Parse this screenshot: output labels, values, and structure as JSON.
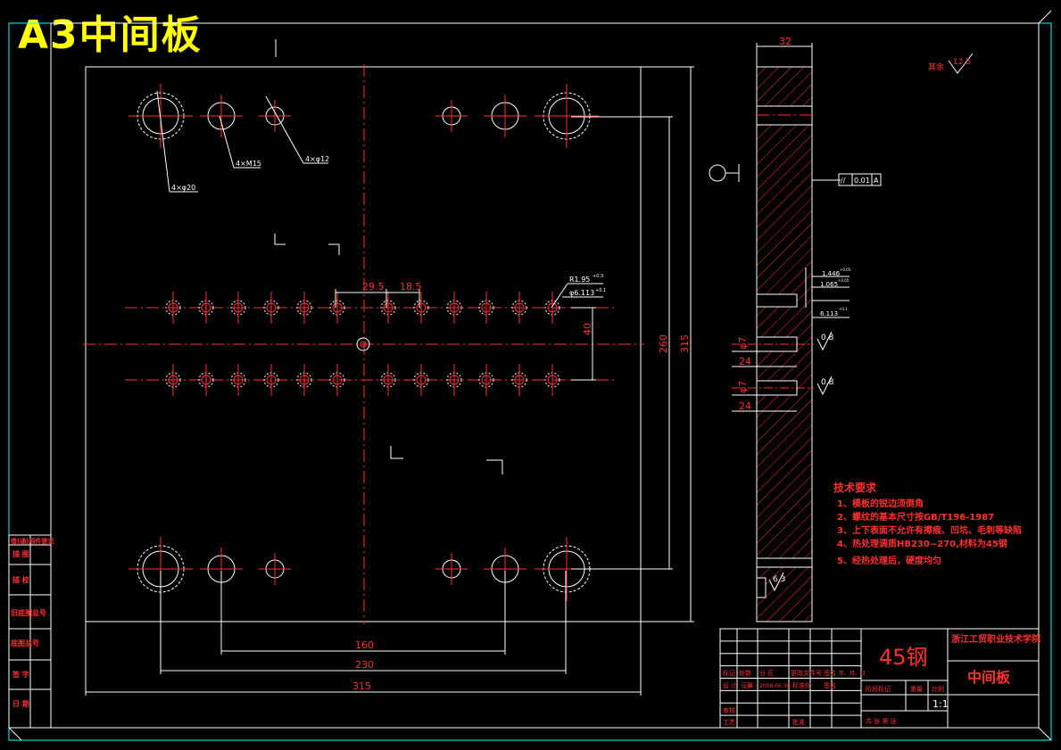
{
  "drawing": {
    "sheet_label": "A3中间板",
    "dims": {
      "d32": "32",
      "d29_5": "29.5",
      "d18_5": "18.5",
      "d40": "40",
      "d260": "260",
      "d315v": "315",
      "d160": "160",
      "d230": "230",
      "d315h": "315",
      "d24a": "24",
      "d24b": "24",
      "phi7a": "φ7",
      "phi7b": "φ7"
    },
    "callouts": {
      "hole20": "4×φ20",
      "m15": "4×M15",
      "hole12": "4×φ12",
      "r195": "R1.95",
      "r195_tol": "+0.3",
      "phi6113": "φ6.113",
      "phi6113_tol": "+0.1",
      "d1446": "1.446",
      "d1446_tol": "+0.05",
      "d1065": "1.065",
      "d1065_tol": "+0.05",
      "d6113": "6.113",
      "d6113_tol": "+0.1"
    },
    "surface": {
      "others": "其余",
      "ra_main": "12.5",
      "ra_a": "0.8",
      "ra_b": "0.8",
      "ra_c": "6.3"
    },
    "tolerance_frame": {
      "symbol": "//",
      "value": "0.01",
      "datum": "A"
    },
    "tech_requirements": {
      "heading": "技术要求",
      "items": [
        "1、模板的锐边须倒角",
        "2、螺纹的基本尺寸按GB/T196-1987",
        "3、上下表面不允许有擦痕、凹坑、毛刺等缺陷",
        "4、热处理调质HB230~270,材料为45钢",
        "5、经热处理后，硬度均匀"
      ]
    },
    "left_strip": [
      "借(通)用件登记",
      "描    图",
      "描    校",
      "旧底图总号",
      "底图总号",
      "签    字",
      "日    期"
    ],
    "title_block": {
      "material": "45钢",
      "school": "浙江工贸职业技术学院",
      "part_name": "中间板",
      "scale": "1:1",
      "mark_row": [
        "标记",
        "处数",
        "分 区",
        "更改文件号",
        "签名",
        "年、月、日"
      ],
      "design_row": [
        "设 计",
        "马翼",
        "2008.06.30",
        "标准化",
        "签名"
      ],
      "stage_header": [
        "阶段标记",
        "重量",
        "比例"
      ],
      "review": "审核",
      "process": "工艺",
      "approve": "批准",
      "sheets": "共  张   第  张"
    }
  }
}
